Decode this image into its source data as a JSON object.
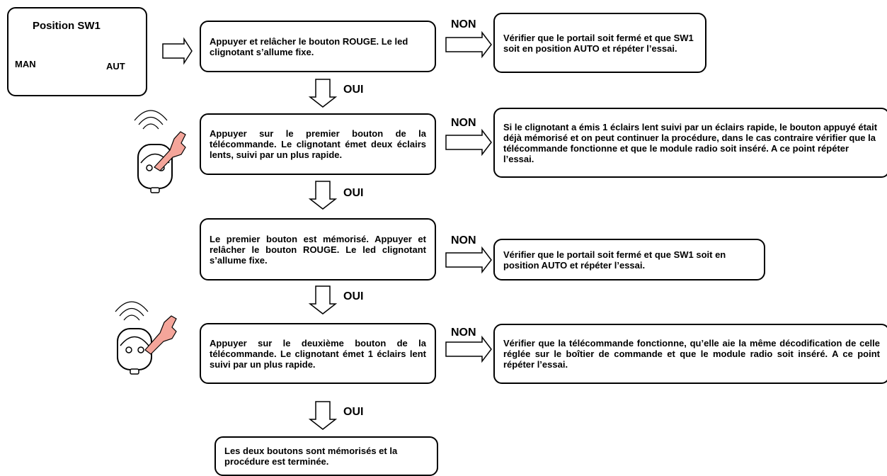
{
  "switch": {
    "title": "Position SW1",
    "left_label": "MAN",
    "right_label": "AUT"
  },
  "steps": [
    "Appuyer et relâcher le bouton ROUGE. Le led clignotant s’allume fixe.",
    "Appuyer sur le premier bouton de la télécommande. Le clignotant émet deux éclairs lents, suivi par un plus rapide.",
    "Le premier bouton est mémorisé. Appuyer et relâcher le bouton ROUGE. Le led clignotant s’allume fixe.",
    "Appuyer sur le deuxième bouton de la télécommande. Le clignotant émet 1 éclairs lent suivi par un plus rapide.",
    "Les deux boutons sont mémorisés et la procédure est terminée."
  ],
  "no_results": [
    "Vérifier que le portail soit fermé et que SW1 soit en position AUTO et répéter l’essai.",
    "Si le clignotant a émis 1 éclairs lent suivi par un éclairs rapide, le bouton appuyé était déjà mémorisé et on peut continuer la procédure, dans le cas contraire vérifier que la télécommande fonctionne et que le module radio soit inséré. A ce point répéter l’essai.",
    "Vérifier que le portail soit fermé et que SW1 soit en position AUTO et répéter l’essai.",
    "Vérifier que la télécommande fonctionne, qu’elle aie la même décodification de celle réglée sur le boîtier de commande et que le module radio soit inséré. A ce point répéter l’essai."
  ],
  "labels": {
    "no": "NON",
    "yes": "OUI"
  }
}
